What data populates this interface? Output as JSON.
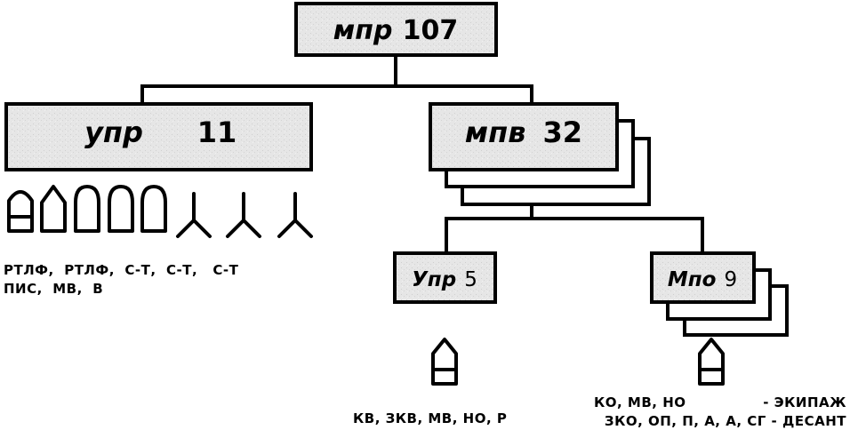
{
  "nodes": {
    "top": {
      "abbr": "мпр",
      "count": "107"
    },
    "left": {
      "abbr": "упр",
      "count": "11"
    },
    "right": {
      "abbr": "мпв",
      "count": "32"
    },
    "sub_left": {
      "abbr": "Упр",
      "count": "5"
    },
    "sub_right": {
      "abbr": "Мпо",
      "count": "9"
    }
  },
  "captions": {
    "left_line1": "РТЛФ,  РТЛФ,  С-Т,  С-Т,   С-Т",
    "left_line2": "ПИС,  МВ,  В",
    "sub_left": "КВ, ЗКВ, МВ, НО, Р",
    "sub_right_line1_left": "КО, МВ, НО",
    "sub_right_line1_right": "- ЭКИПАЖ",
    "sub_right_line2": "ЗКО, ОП, П, А, А, СГ - ДЕСАНТ"
  },
  "icons": {
    "boat": "boat-icon",
    "tripod": "tripod-icon"
  },
  "colors": {
    "box_fill": "#e6e6e6",
    "stroke": "#000000"
  }
}
